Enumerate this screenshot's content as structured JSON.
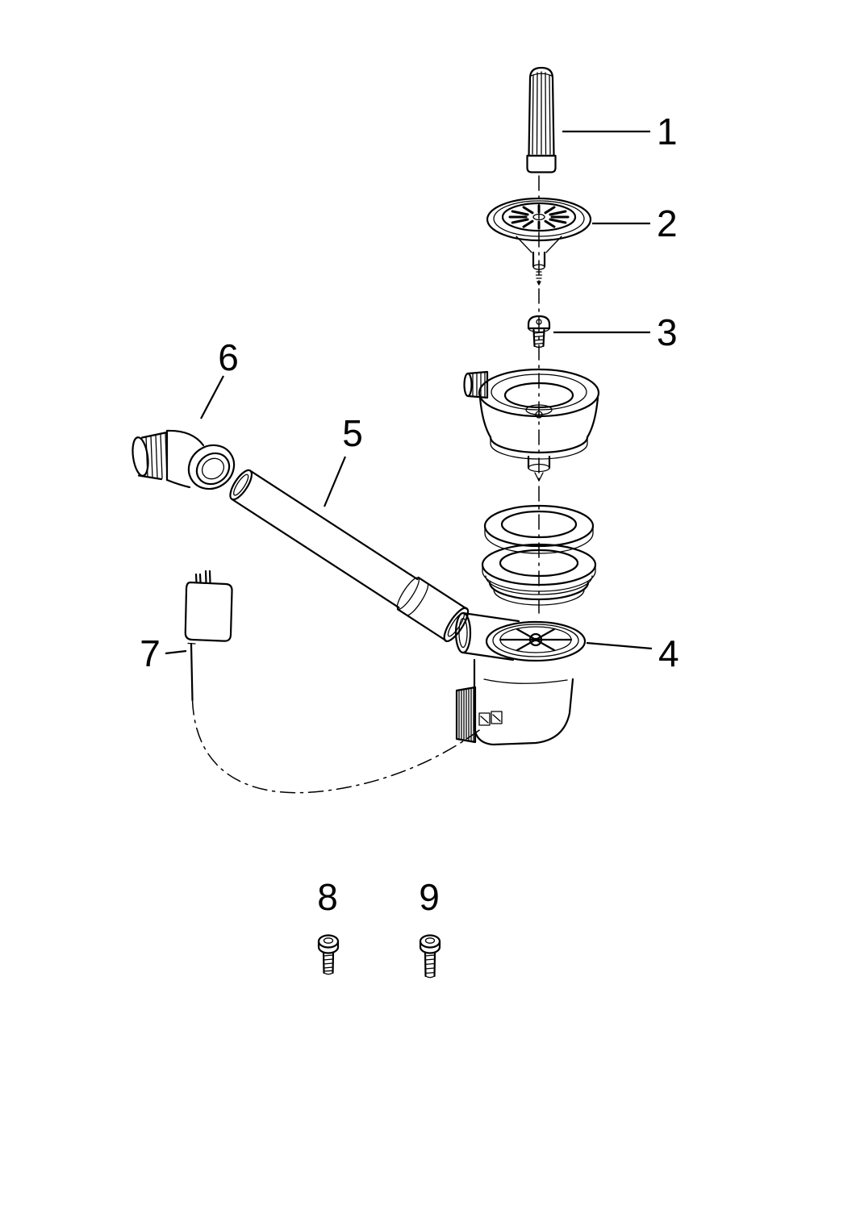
{
  "diagram": {
    "background_color": "#ffffff",
    "line_color": "#000000",
    "part_labels": [
      "1",
      "2",
      "3",
      "4",
      "5",
      "6",
      "7",
      "8",
      "9"
    ]
  }
}
